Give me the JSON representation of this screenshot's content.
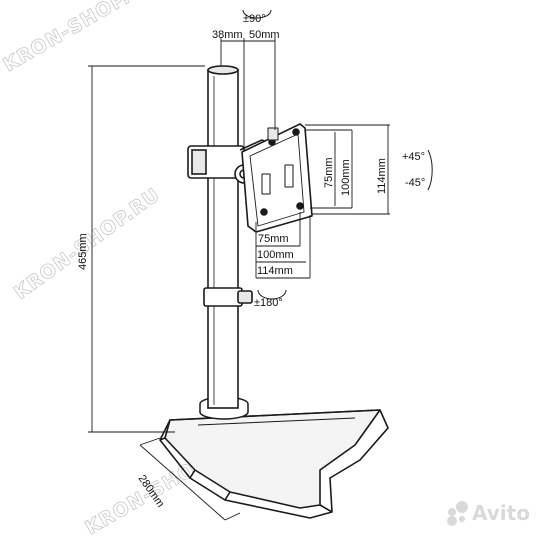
{
  "watermark": "KRON-SHOP.RU",
  "logo_text": "Avito",
  "dimensions": {
    "rotation_top": "±90°",
    "offset_left": "38mm",
    "offset_right": "50mm",
    "height": "465mm",
    "base_depth": "280mm",
    "vesa_inner_h": "75mm",
    "vesa_mid_h": "100mm",
    "vesa_outer_h": "114mm",
    "vesa_inner_v": "75mm",
    "vesa_mid_v": "100mm",
    "vesa_outer_v": "114mm",
    "tilt_up": "+45°",
    "tilt_down": "-45°",
    "swivel": "±180°"
  },
  "colors": {
    "line": "#1a1a1a",
    "fill": "#ffffff",
    "shade": "#e8e8e8",
    "watermark": "#c8c8c8"
  }
}
